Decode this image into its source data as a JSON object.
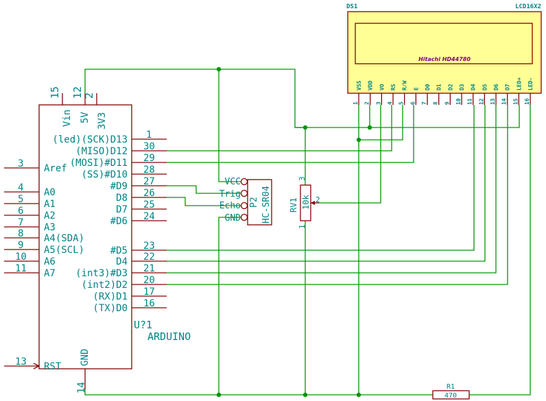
{
  "arduino": {
    "ref": "U?1",
    "value": "ARDUINO",
    "top_pins": [
      {
        "num": "15",
        "name": "Vin"
      },
      {
        "num": "12",
        "name": "5V"
      },
      {
        "num": "2",
        "name": "3V3"
      }
    ],
    "left_pins": [
      {
        "num": "3",
        "name": "Aref"
      },
      {
        "num": "4",
        "name": "A0"
      },
      {
        "num": "5",
        "name": "A1"
      },
      {
        "num": "6",
        "name": "A2"
      },
      {
        "num": "7",
        "name": "A3"
      },
      {
        "num": "8",
        "name": "A4(SDA)"
      },
      {
        "num": "9",
        "name": "A5(SCL)"
      },
      {
        "num": "10",
        "name": "A6"
      },
      {
        "num": "11",
        "name": "A7"
      },
      {
        "num": "13",
        "name": "RST"
      }
    ],
    "right_pins": [
      {
        "num": "1",
        "name": "(led)(SCK)D13"
      },
      {
        "num": "30",
        "name": "(MISO)D12"
      },
      {
        "num": "29",
        "name": "(MOSI)#D11"
      },
      {
        "num": "28",
        "name": "(SS)#D10"
      },
      {
        "num": "27",
        "name": "#D9"
      },
      {
        "num": "26",
        "name": "D8"
      },
      {
        "num": "25",
        "name": "D7"
      },
      {
        "num": "24",
        "name": "#D6"
      },
      {
        "num": "23",
        "name": "#D5"
      },
      {
        "num": "22",
        "name": "D4"
      },
      {
        "num": "21",
        "name": "(int3)#D3"
      },
      {
        "num": "20",
        "name": "(int2)D2"
      },
      {
        "num": "17",
        "name": "(RX)D1"
      },
      {
        "num": "16",
        "name": "(TX)D0"
      }
    ],
    "gnd": {
      "num": "14",
      "name": "GND"
    }
  },
  "sensor": {
    "ref": "P2",
    "value": "HC-SR04",
    "pins": [
      "VCC",
      "Trig",
      "Echo",
      "GND"
    ]
  },
  "pot": {
    "ref": "RV1",
    "value": "10k",
    "pins": [
      "3",
      "2",
      "1"
    ]
  },
  "lcd": {
    "ref": "DS1",
    "value": "LCD16X2",
    "chip": "Hitachi HD44780",
    "pins": [
      {
        "num": "1",
        "name": "VSS"
      },
      {
        "num": "2",
        "name": "VDD"
      },
      {
        "num": "3",
        "name": "VO"
      },
      {
        "num": "4",
        "name": "RS"
      },
      {
        "num": "5",
        "name": "R/W"
      },
      {
        "num": "6",
        "name": "E"
      },
      {
        "num": "7",
        "name": "D0"
      },
      {
        "num": "8",
        "name": "D1"
      },
      {
        "num": "9",
        "name": "D2"
      },
      {
        "num": "10",
        "name": "D3"
      },
      {
        "num": "11",
        "name": "D4"
      },
      {
        "num": "12",
        "name": "D5"
      },
      {
        "num": "13",
        "name": "D6"
      },
      {
        "num": "14",
        "name": "D7"
      },
      {
        "num": "15",
        "name": "LED+"
      },
      {
        "num": "16",
        "name": "LED-"
      }
    ]
  },
  "resistor": {
    "ref": "R1",
    "value": "470"
  },
  "colors": {
    "wire": "#009600",
    "component": "#840000",
    "text": "#008484",
    "lcd_fill": "#ffff96",
    "lcd_text": "#840084"
  }
}
